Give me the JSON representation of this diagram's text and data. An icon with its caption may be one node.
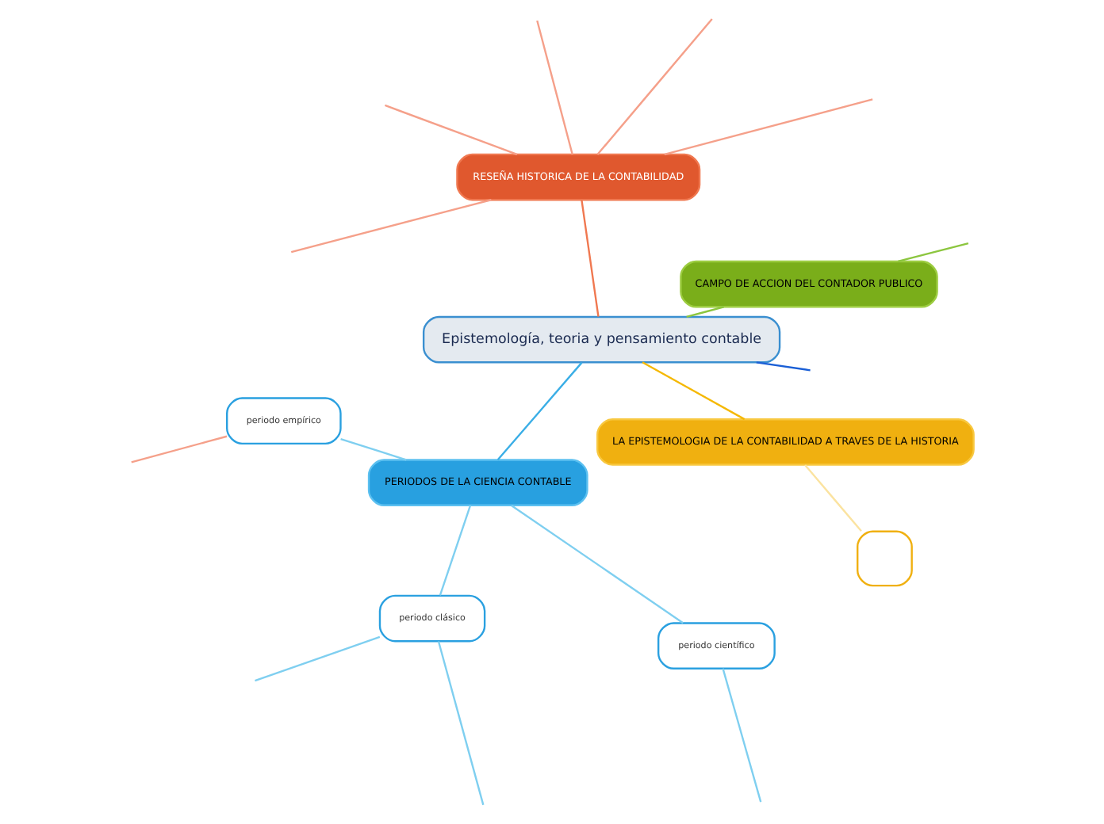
{
  "diagram": {
    "nodes": [
      {
        "text": [
          "Epistemología, teoria y pensamiento contable"
        ]
      },
      {
        "text": [
          "CAMPO DE ACCION DEL CONTADOR PUBLICO"
        ]
      },
      {
        "text": [
          "RESEÑA HISTORICA DE LA CONTABILIDAD"
        ]
      },
      {
        "text": [
          "PERIODOS DE LA CIENCIA CONTABLE"
        ]
      },
      {
        "text": [
          "LA EPISTEMOLOGIA DE LA CONTABILIDAD A TRAVES DE LA HISTORIA"
        ]
      },
      {
        "text": [
          "periodo empírico"
        ]
      },
      {
        "text": [
          "periodo clásico"
        ]
      },
      {
        "text": [
          "periodo científico"
        ]
      },
      {
        "text": [],
        "shape": "box"
      }
    ],
    "edges": [
      {
        "from": 0,
        "to": null,
        "arrow": "none",
        "color": "#1a5fd6"
      },
      {
        "from": 0,
        "to": 1,
        "arrow": "none",
        "color": "#8cc63f"
      },
      {
        "from": 0,
        "to": 2,
        "arrow": "none",
        "color": "#f07850"
      },
      {
        "from": 0,
        "to": 3,
        "arrow": "none",
        "color": "#3aaee6"
      },
      {
        "from": 0,
        "to": 4,
        "arrow": "none",
        "color": "#f5b800"
      },
      {
        "from": 1,
        "to": null,
        "arrow": "none",
        "color": "#8cc63f"
      },
      {
        "from": 2,
        "to": null,
        "arrow": "none",
        "color": "#f5a08a"
      },
      {
        "from": 2,
        "to": null,
        "arrow": "none",
        "color": "#f5a08a"
      },
      {
        "from": 2,
        "to": null,
        "arrow": "none",
        "color": "#f5a08a"
      },
      {
        "from": 2,
        "to": null,
        "arrow": "none",
        "color": "#f5a08a"
      },
      {
        "from": 2,
        "to": null,
        "arrow": "none",
        "color": "#f5a08a"
      },
      {
        "from": 3,
        "to": 5,
        "arrow": "none",
        "color": "#7fcff0"
      },
      {
        "from": 3,
        "to": 6,
        "arrow": "none",
        "color": "#7fcff0"
      },
      {
        "from": 3,
        "to": 7,
        "arrow": "none",
        "color": "#7fcff0"
      },
      {
        "from": 4,
        "to": 8,
        "arrow": "none",
        "color": "#fbe3a0"
      },
      {
        "from": 5,
        "to": null,
        "arrow": "none",
        "color": "#f5a08a"
      },
      {
        "from": 6,
        "to": null,
        "arrow": "none",
        "color": "#7fcff0"
      },
      {
        "from": 6,
        "to": null,
        "arrow": "none",
        "color": "#7fcff0"
      },
      {
        "from": 7,
        "to": null,
        "arrow": "none",
        "color": "#7fcff0"
      }
    ]
  }
}
